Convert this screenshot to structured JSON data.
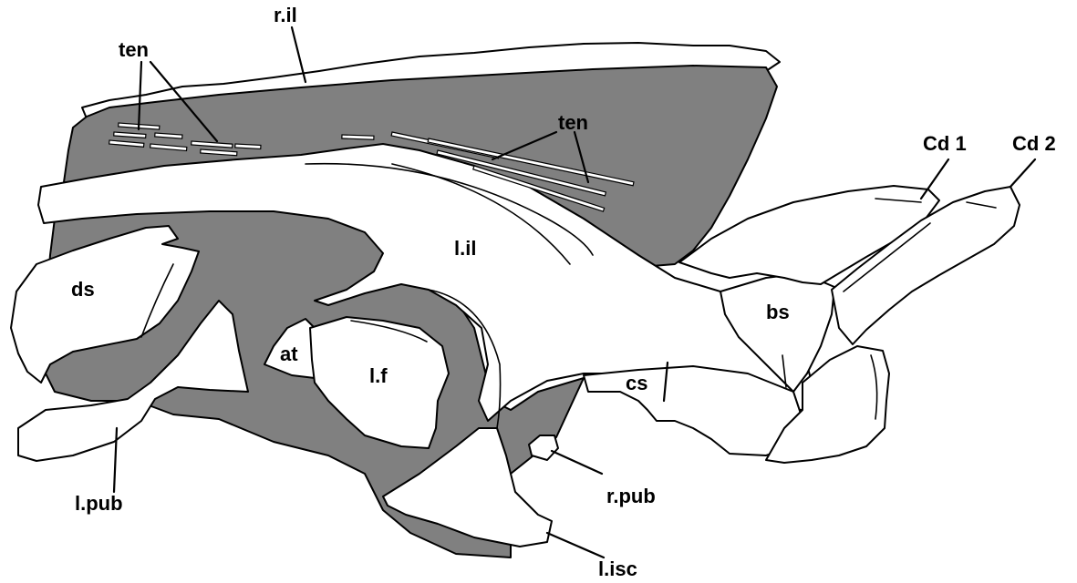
{
  "labels": {
    "r_il": "r.il",
    "ten_left": "ten",
    "ten_right": "ten",
    "cd1": "Cd 1",
    "cd2": "Cd 2",
    "ds": "ds",
    "l_il": "l.il",
    "bs": "bs",
    "at": "at",
    "l_f": "l.f",
    "cs": "cs",
    "l_pub": "l.pub",
    "r_pub": "r.pub",
    "l_isc": "l.isc"
  },
  "colors": {
    "matrix": "#808080",
    "bone": "#ffffff",
    "outline": "#000000"
  }
}
